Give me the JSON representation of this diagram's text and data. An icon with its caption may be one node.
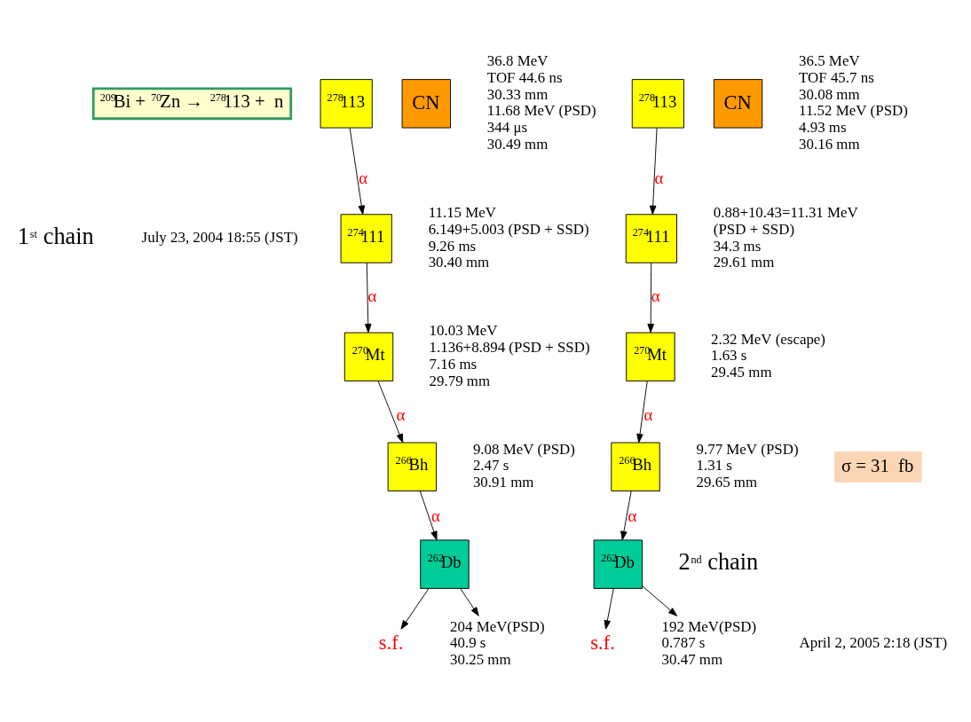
{
  "diagram": {
    "nodes": [
      {
        "text": [
          "$^{209}$Bi + $^{70}$Zn → $^{278}$113 +  n"
        ]
      },
      {
        "text": [
          "$^{278}$113"
        ],
        "beside": [
          "36.8 MeV",
          "TOF 44.6 ns",
          "30.33 mm",
          "11.68 MeV (PSD)",
          "344 μs",
          "30.49 mm"
        ]
      },
      {
        "text": [
          "CN"
        ]
      },
      {
        "text": [
          "$^{278}$113"
        ],
        "beside": [
          "36.5 MeV",
          "TOF 45.7 ns",
          "30.08 mm",
          "11.52 MeV (PSD)",
          "4.93 ms",
          "30.16 mm"
        ]
      },
      {
        "text": [
          "CN"
        ]
      },
      {
        "text": [
          "$^{274}$111"
        ],
        "beside": [
          "11.15 MeV",
          "6.149+5.003 (PSD + SSD)",
          "9.26 ms",
          "30.40 mm"
        ]
      },
      {
        "text": [
          "$^{274}$111"
        ],
        "beside": [
          "0.88+10.43=11.31 MeV",
          "(PSD + SSD)",
          "34.3 ms",
          "29.61 mm"
        ]
      },
      {
        "text": [
          "$^{270}$Mt"
        ],
        "beside": [
          "10.03 MeV",
          "1.136+8.894 (PSD + SSD)",
          "7.16 ms",
          "29.79 mm"
        ]
      },
      {
        "text": [
          "$^{270}$Mt"
        ],
        "beside": [
          "2.32 MeV (escape)",
          "1.63 s",
          "29.45 mm"
        ]
      },
      {
        "text": [
          "$^{266}$Bh"
        ],
        "beside": [
          "9.08 MeV (PSD)",
          "2.47 s",
          "30.91 mm"
        ]
      },
      {
        "text": [
          "$^{266}$Bh"
        ],
        "beside": [
          "9.77 MeV (PSD)",
          "1.31 s",
          "29.65 mm"
        ]
      },
      {
        "text": [
          "$^{262}$Db"
        ]
      },
      {
        "text": [
          "$^{262}$Db"
        ]
      },
      {
        "text": [
          "σ = 31  fb"
        ]
      },
      {
        "text": [
          "s.f."
        ]
      },
      {
        "text": [
          "204 MeV(PSD)",
          "40.9 s",
          "30.25 mm"
        ]
      },
      {
        "text": [
          "s.f."
        ]
      },
      {
        "text": [
          "192 MeV(PSD)",
          "0.787 s",
          "30.47 mm"
        ]
      }
    ],
    "edges": [
      {
        "from": 1,
        "to": 5,
        "arrow": "to",
        "label": "α"
      },
      {
        "from": 5,
        "to": 7,
        "arrow": "to",
        "label": "α"
      },
      {
        "from": 7,
        "to": 9,
        "arrow": "to",
        "label": "α"
      },
      {
        "from": 9,
        "to": 11,
        "arrow": "to",
        "label": "α"
      },
      {
        "from": 11,
        "to": 14,
        "arrow": "to"
      },
      {
        "from": 11,
        "to": 15,
        "arrow": "to"
      },
      {
        "from": 3,
        "to": 6,
        "arrow": "to",
        "label": "α"
      },
      {
        "from": 6,
        "to": 8,
        "arrow": "to",
        "label": "α"
      },
      {
        "from": 8,
        "to": 10,
        "arrow": "to",
        "label": "α"
      },
      {
        "from": 10,
        "to": 12,
        "arrow": "to",
        "label": "α"
      },
      {
        "from": 12,
        "to": 16,
        "arrow": "to"
      },
      {
        "from": 12,
        "to": 17,
        "arrow": "to"
      }
    ],
    "labels": [
      "1$^{st}$ chain",
      "July 23, 2004 18:55 (JST)",
      "2$^{nd}$ chain",
      "April 2, 2005 2:18 (JST)"
    ]
  }
}
